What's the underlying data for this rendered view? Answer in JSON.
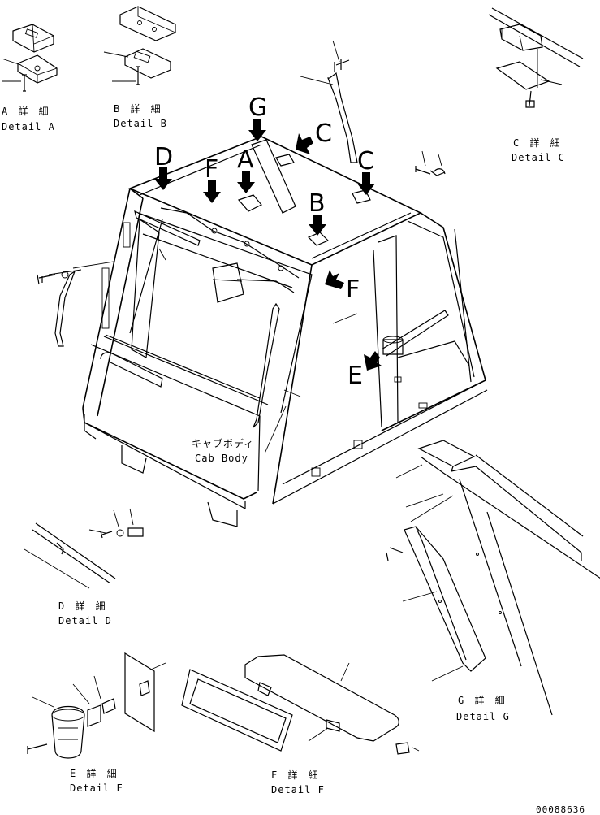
{
  "diagram": {
    "details": [
      {
        "id": "A",
        "jp": "A 詳 細",
        "en": "Detail A"
      },
      {
        "id": "B",
        "jp": "B 詳 細",
        "en": "Detail B"
      },
      {
        "id": "C",
        "jp": "C 詳 細",
        "en": "Detail C"
      },
      {
        "id": "D",
        "jp": "D 詳 細",
        "en": "Detail D"
      },
      {
        "id": "E",
        "jp": "E 詳 細",
        "en": "Detail E"
      },
      {
        "id": "F",
        "jp": "F 詳 細",
        "en": "Detail F"
      },
      {
        "id": "G",
        "jp": "G 詳 細",
        "en": "Detail G"
      }
    ],
    "main_label": {
      "jp": "キャブボディ",
      "en": "Cab Body"
    },
    "callouts": [
      "A",
      "B",
      "C",
      "C",
      "D",
      "E",
      "F",
      "F",
      "G"
    ],
    "drawing_number": "00088636"
  }
}
